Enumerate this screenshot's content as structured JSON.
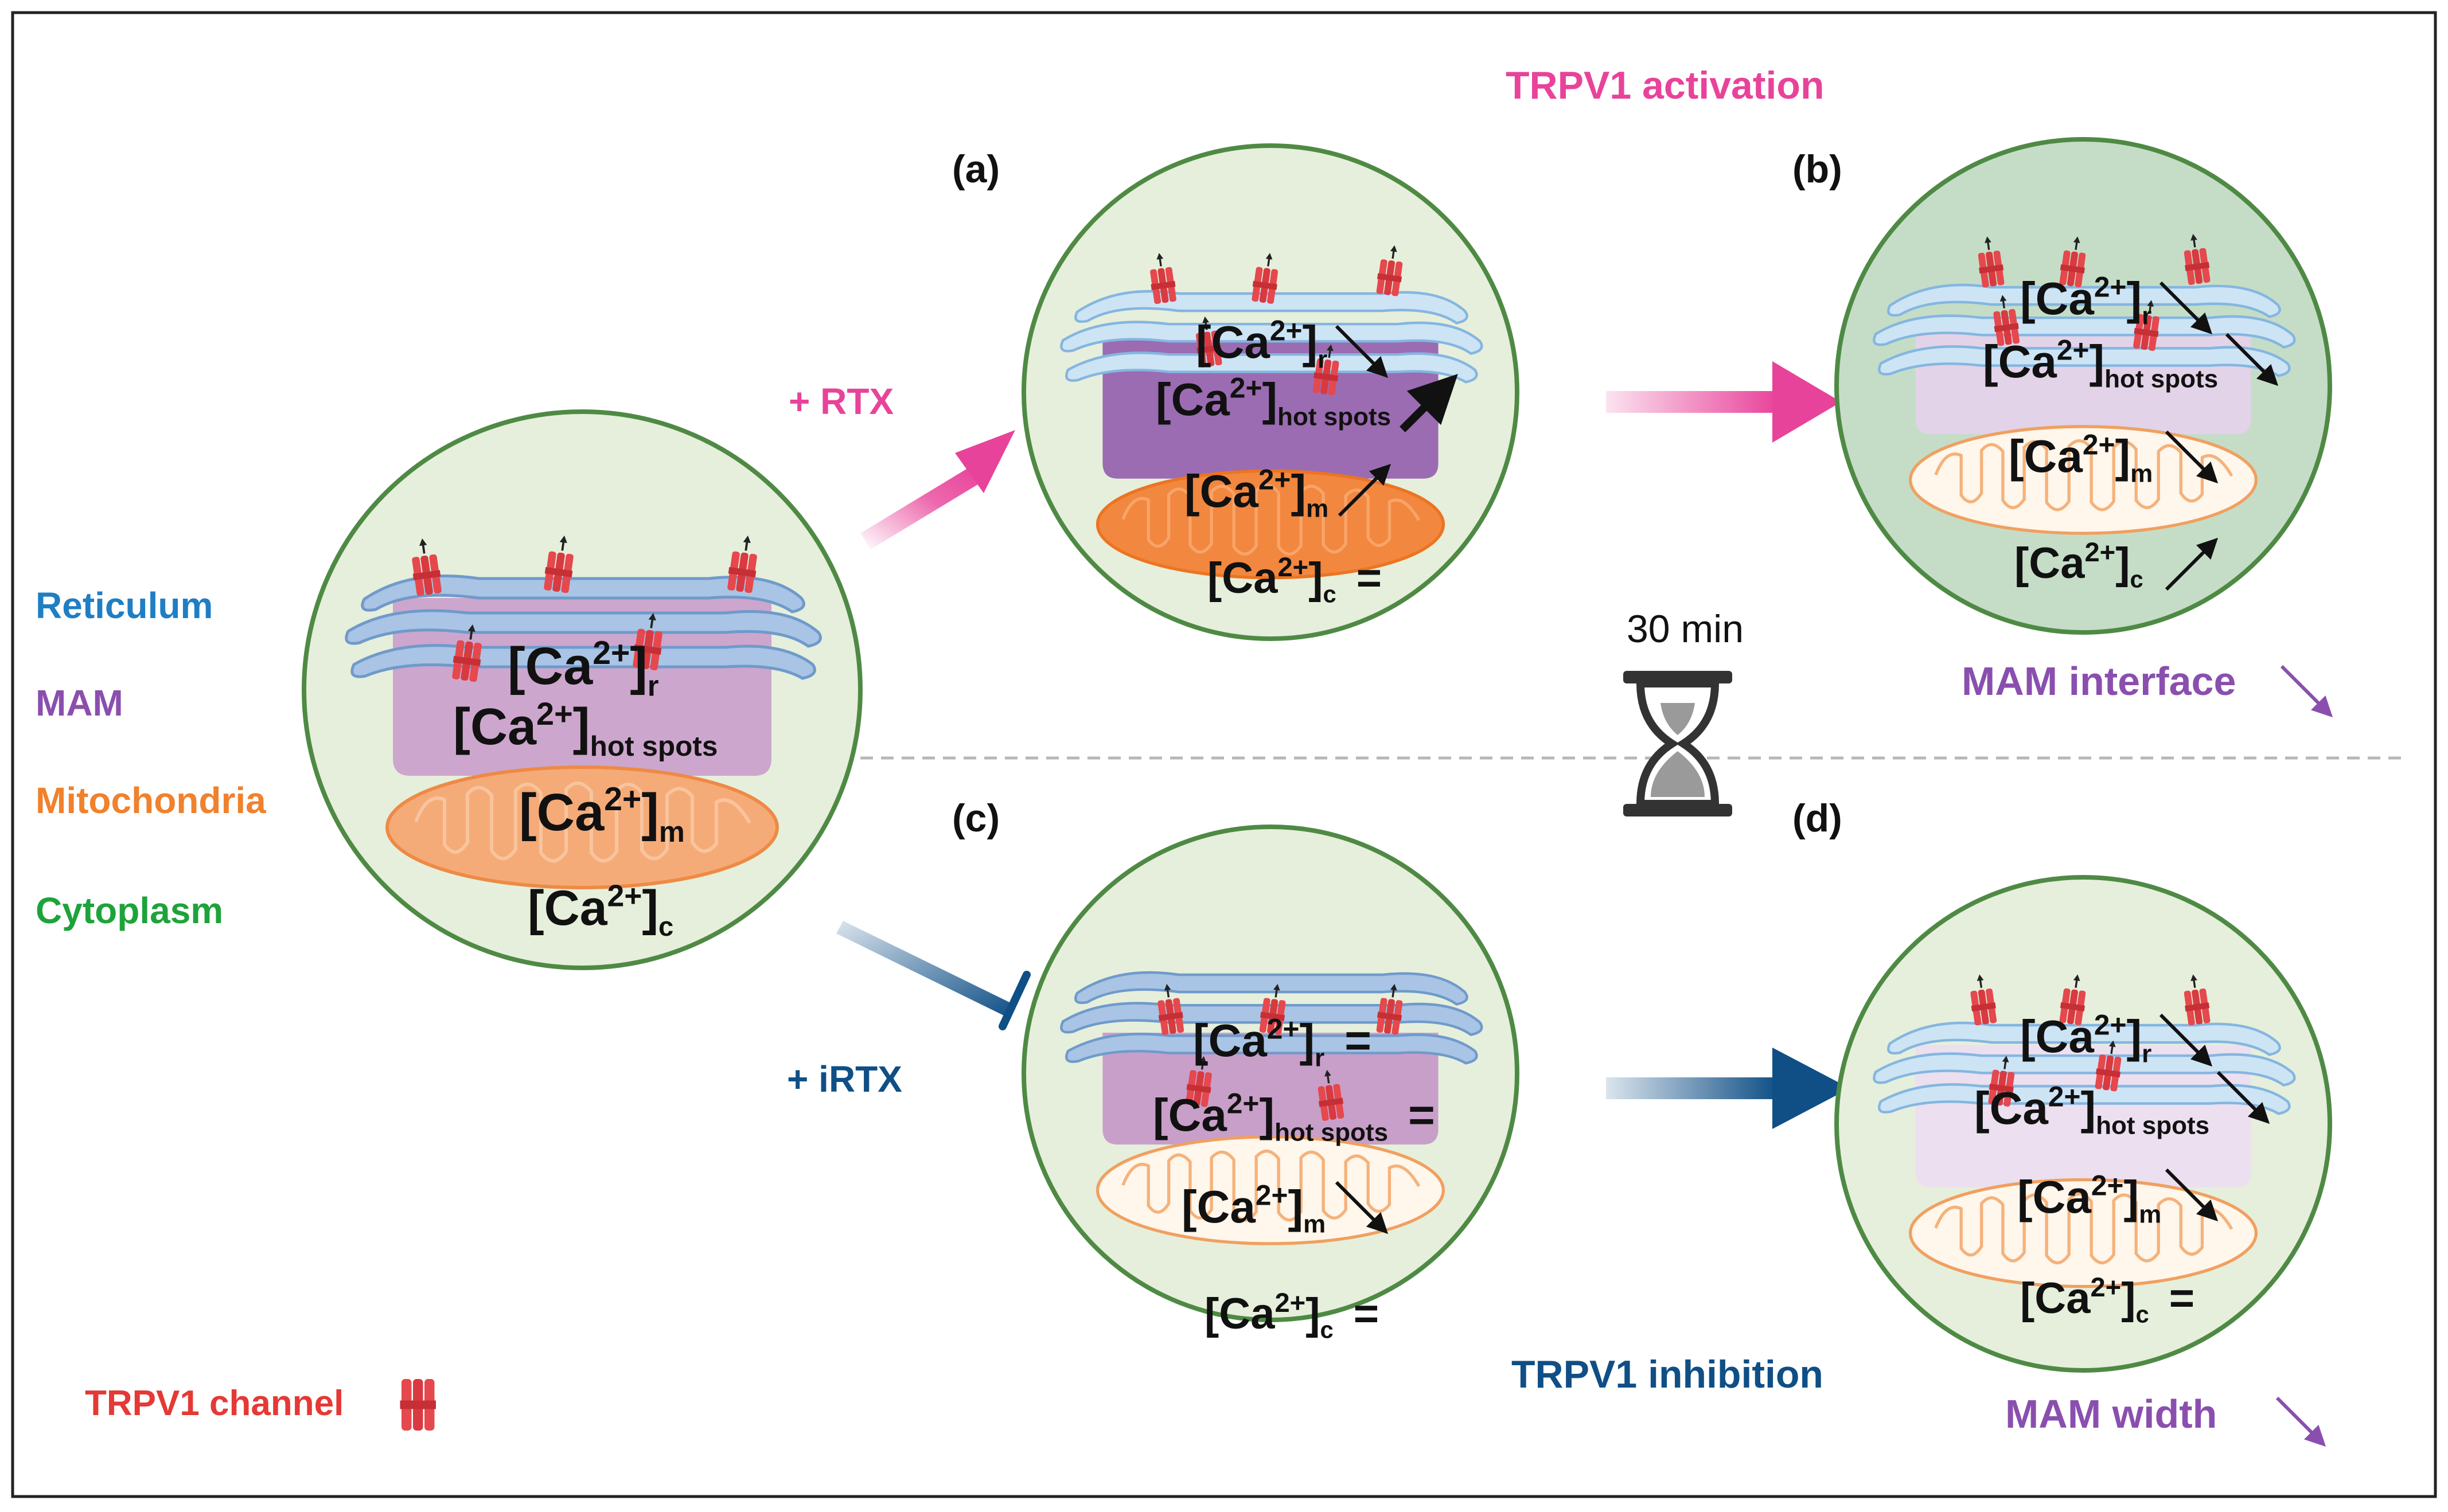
{
  "legend": {
    "reticulum": "Reticulum",
    "mam": "MAM",
    "mitochondria": "Mitochondria",
    "cytoplasm": "Cytoplasm",
    "channel": "TRPV1 channel"
  },
  "treatments": {
    "rtx": "+ RTX",
    "irtx": "+ iRTX"
  },
  "headers": {
    "activation": "TRPV1 activation",
    "inhibition": "TRPV1 inhibition"
  },
  "timer": {
    "label": "30 min"
  },
  "panels": {
    "a": "(a)",
    "b": "(b)",
    "c": "(c)",
    "d": "(d)"
  },
  "ca": {
    "base": "[Ca",
    "sup": "2+",
    "close": "]",
    "sub_r": "r",
    "sub_hot": "hot spots",
    "sub_m": "m",
    "sub_c": "c",
    "equal": "="
  },
  "notes": {
    "mam_interface": "MAM interface",
    "mam_width": "MAM width"
  },
  "colors": {
    "reticulum": "#1f7ec4",
    "mam": "#8a4fae",
    "mitochondria": "#f0812d",
    "cytoplasm": "#1ea33b",
    "channel": "#e53935",
    "activation": "#e8439a",
    "inhibition": "#0f4f86"
  }
}
